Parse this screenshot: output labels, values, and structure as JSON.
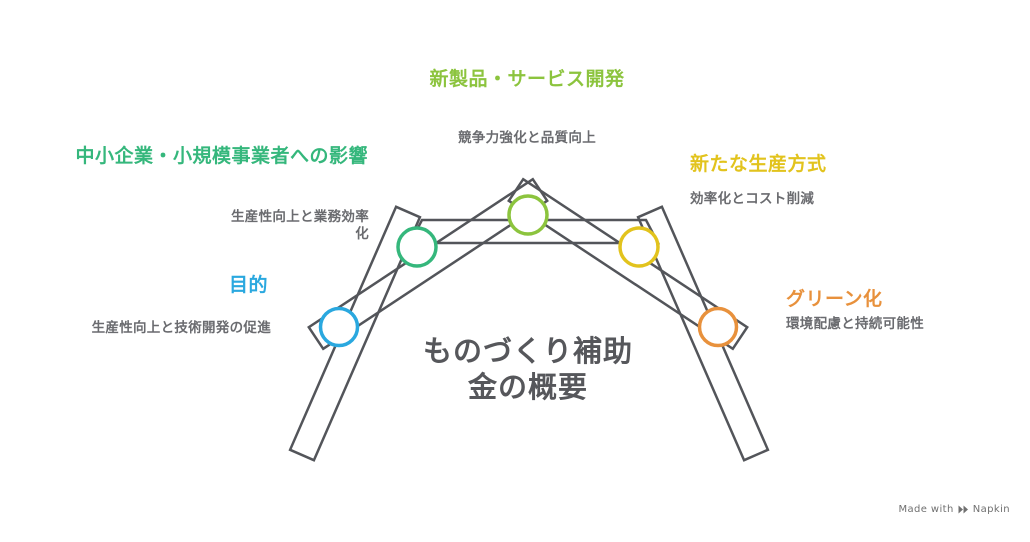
{
  "title": {
    "text": "ものづくり補助金の概要",
    "lines": [
      "ものづくり補助",
      "金の概要"
    ],
    "color": "#56575b"
  },
  "branches": [
    {
      "id": "purpose",
      "label": "目的",
      "description": "生産性向上と技術開発の促進",
      "color": "#2aa8df"
    },
    {
      "id": "sme-impact",
      "label": "中小企業・小規模事業者への影響",
      "description": "生産性向上と業務効率化",
      "color": "#35b77c"
    },
    {
      "id": "new-product",
      "label": "新製品・サービス開発",
      "description": "競争力強化と品質向上",
      "color": "#8cc43e"
    },
    {
      "id": "new-production",
      "label": "新たな生産方式",
      "description": "効率化とコスト削減",
      "color": "#e2c31d"
    },
    {
      "id": "green",
      "label": "グリーン化",
      "description": "環境配慮と持続可能性",
      "color": "#e8913c"
    }
  ],
  "diagram": {
    "structure": "arch-of-planks",
    "stroke_color": "#53555a",
    "node_fill": "#ffffff"
  },
  "footer": {
    "prefix": "Made with",
    "brand": "Napkin"
  }
}
